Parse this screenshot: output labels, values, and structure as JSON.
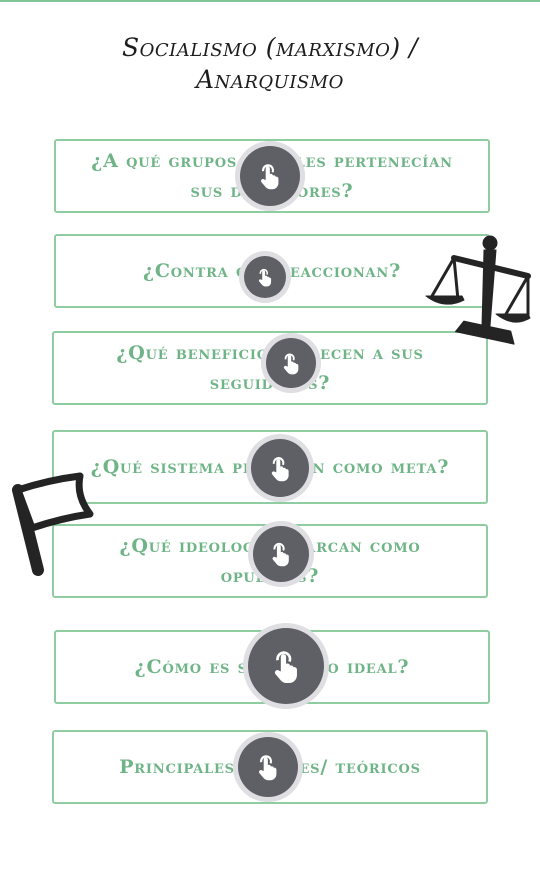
{
  "header": {
    "title_line1": "Socialismo (marxismo) /",
    "title_line2": "Anarquismo"
  },
  "questions": [
    {
      "label": "¿A qué grupos sociales pertenecían sus defensores?"
    },
    {
      "label": "¿Contra qué reaccionan?"
    },
    {
      "label": "¿Qué beneficios ofrecen a sus seguidores?"
    },
    {
      "label": "¿Qué sistema proponen como meta?"
    },
    {
      "label": "¿Qué ideologías marcan como opuestas?"
    },
    {
      "label": "¿Cómo es su modelo ideal?"
    },
    {
      "label": "Principales autores/ teóricos"
    }
  ],
  "icons": {
    "tap": "tap-hand-icon",
    "scales": "balance-scales-icon",
    "flag": "flag-icon"
  },
  "colors": {
    "accent": "#6fb487",
    "border": "#8fcca2",
    "tap_button": "#5f5f66",
    "title": "#1c1c1c"
  }
}
